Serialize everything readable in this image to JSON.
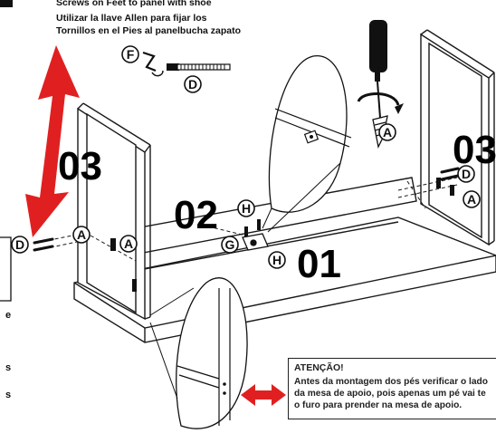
{
  "header": {
    "line1": "Screws on Feet to panel with shoe",
    "line2": "Utilizar la llave Allen para fijar los",
    "line3": "Tornillos en el Pies al panelbucha zapato"
  },
  "steps": {
    "left_panel": "03",
    "right_panel": "03",
    "back_panel": "02",
    "base": "01"
  },
  "parts": {
    "a": "A",
    "d": "D",
    "f": "F",
    "g": "G",
    "h": "H"
  },
  "warning": {
    "title": "ATENÇÃO!",
    "line1": "Antes da montagem dos pés verificar o lado",
    "line2": "da mesa de apoio, pois apenas um pé vai te",
    "line3": "o furo para prender na mesa de apoio."
  },
  "edge_text": {
    "e": "e",
    "s1": "s",
    "s2": "s"
  },
  "colors": {
    "arrow": "#e02020",
    "line": "#1a1a1a"
  }
}
